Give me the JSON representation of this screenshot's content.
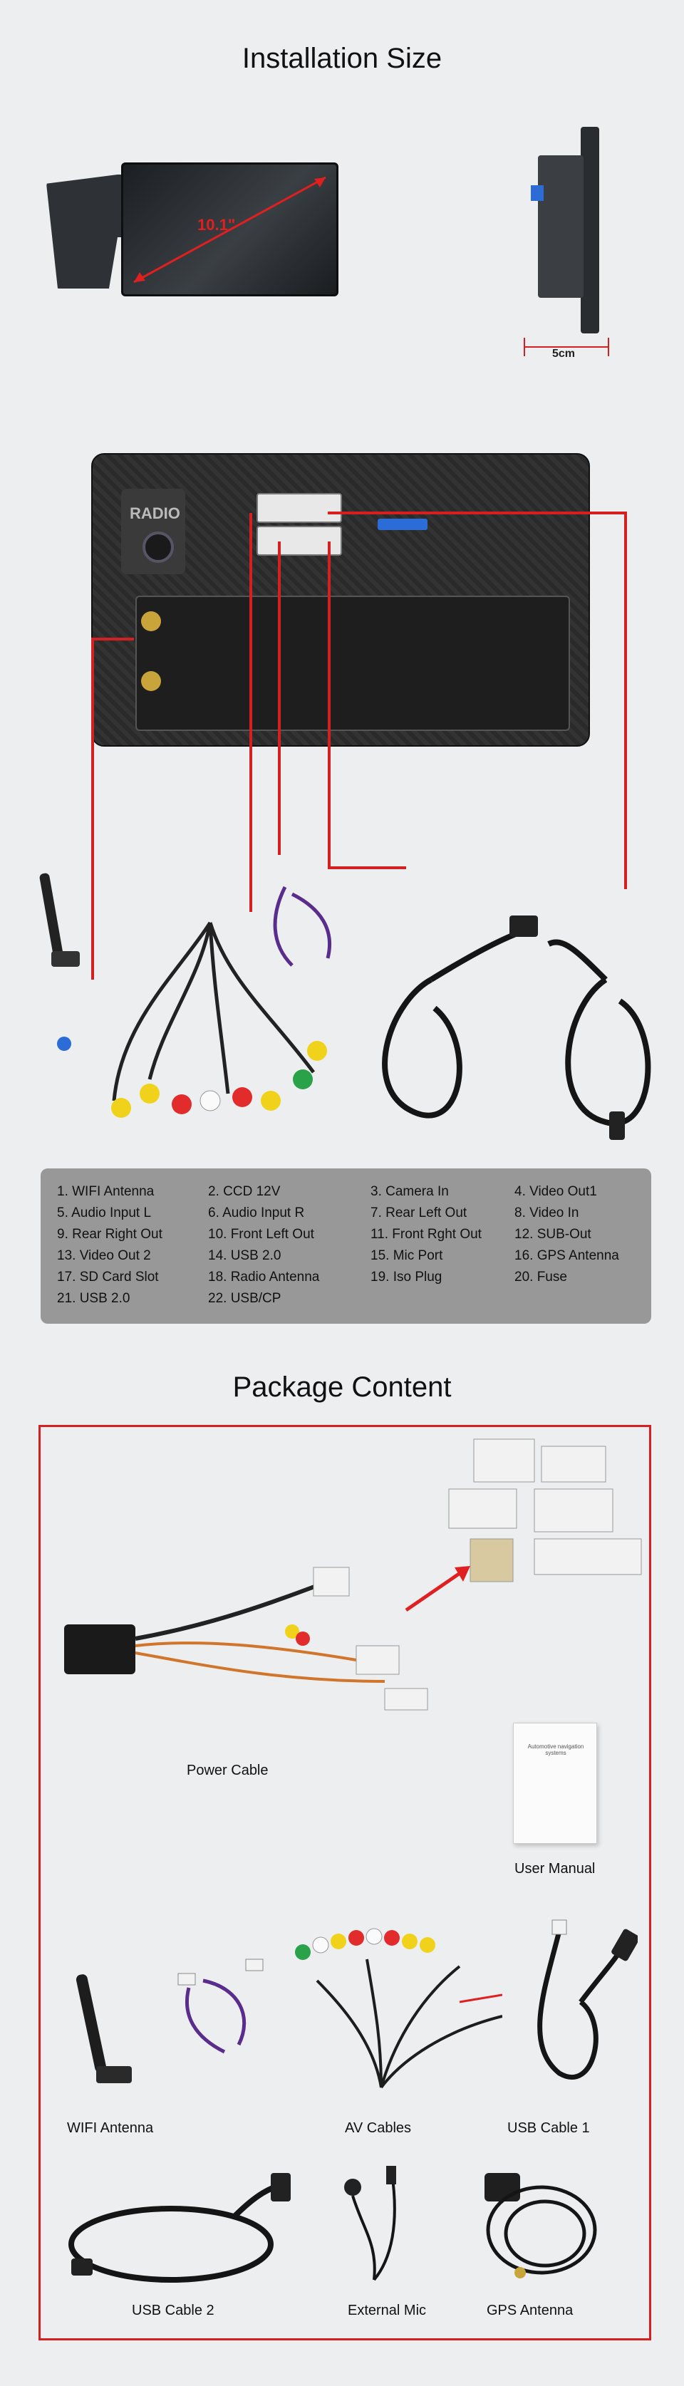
{
  "installation": {
    "title": "Installation Size",
    "screen_size": "10.1\"",
    "depth": "5cm"
  },
  "back_panel": {
    "brand_label": "RADIO"
  },
  "legend": {
    "items": [
      "1. WIFI Antenna",
      "2. CCD 12V",
      "3. Camera In",
      "4. Video Out1",
      "5. Audio Input L",
      "6. Audio Input R",
      "7.  Rear Left Out",
      "8. Video In",
      "9. Rear Right Out",
      "10. Front Left Out",
      "11. Front Rght Out",
      "12. SUB-Out",
      "13. Video Out 2",
      "14. USB 2.0",
      "15. Mic  Port",
      "16. GPS Antenna",
      "17. SD Card Slot",
      "18. Radio Antenna",
      "19. Iso Plug",
      "20. Fuse",
      "21. USB 2.0",
      "22. USB/CP"
    ]
  },
  "package": {
    "title": "Package Content",
    "items": {
      "power_cable": "Power Cable",
      "user_manual": "User Manual",
      "wifi_antenna": "WIFI Antenna",
      "av_cables": "AV Cables",
      "usb_cable_1": "USB Cable 1",
      "usb_cable_2": "USB Cable 2",
      "external_mic": "External Mic",
      "gps_antenna": "GPS Antenna"
    },
    "manual_text": "Automotive navigation systems"
  },
  "colors": {
    "accent_red": "#d42020",
    "legend_bg": "#989898",
    "page_bg": "#eceef0"
  }
}
